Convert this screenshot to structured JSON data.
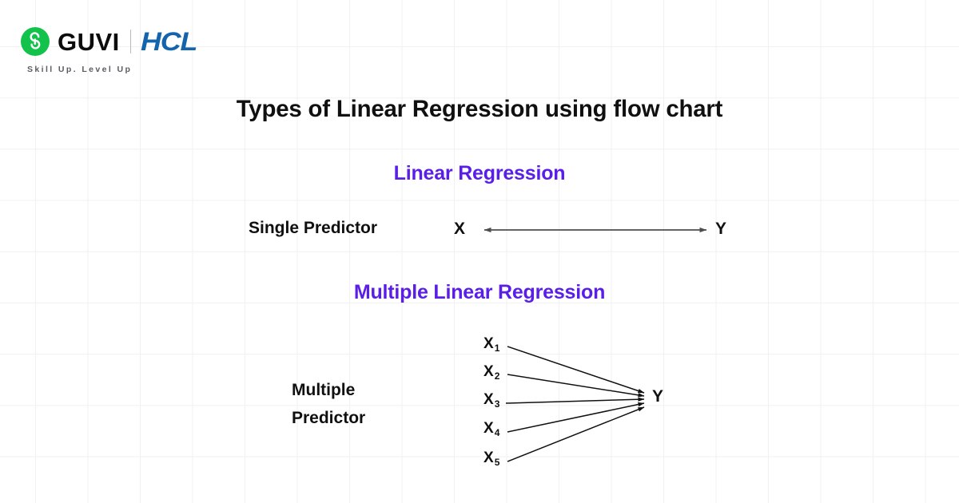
{
  "brand": {
    "mark_icon": "guvi-g-logo-icon",
    "name": "GUVI",
    "partner": "HCL",
    "tagline": "Skill Up. Level Up",
    "colors": {
      "guvi_green": "#13c24b",
      "hcl_blue": "#1464ad",
      "accent_purple": "#5a1fe6",
      "text_black": "#101010",
      "grid_line": "#f1f1f2"
    }
  },
  "page": {
    "title": "Types of Linear Regression using flow chart",
    "background": "#ffffff"
  },
  "chart_data": {
    "type": "diagram",
    "title": "Types of Linear Regression using flow chart",
    "sections": [
      {
        "heading": "Linear Regression",
        "predictor_label": "Single Predictor",
        "inputs": [
          "X"
        ],
        "output": "Y",
        "edges": [
          {
            "from": "X",
            "to": "Y",
            "arrow": "double"
          }
        ]
      },
      {
        "heading": "Multiple Linear Regression",
        "predictor_label": "Multiple\nPredictor",
        "predictor_label_line1": "Multiple",
        "predictor_label_line2": "Predictor",
        "inputs": [
          "X1",
          "X2",
          "X3",
          "X4",
          "X5"
        ],
        "input_bases": [
          "X",
          "X",
          "X",
          "X",
          "X"
        ],
        "input_subscripts": [
          "1",
          "2",
          "3",
          "4",
          "5"
        ],
        "output": "Y",
        "edges": [
          {
            "from": "X1",
            "to": "Y",
            "arrow": "single"
          },
          {
            "from": "X2",
            "to": "Y",
            "arrow": "single"
          },
          {
            "from": "X3",
            "to": "Y",
            "arrow": "single"
          },
          {
            "from": "X4",
            "to": "Y",
            "arrow": "single"
          },
          {
            "from": "X5",
            "to": "Y",
            "arrow": "single"
          }
        ]
      }
    ]
  }
}
